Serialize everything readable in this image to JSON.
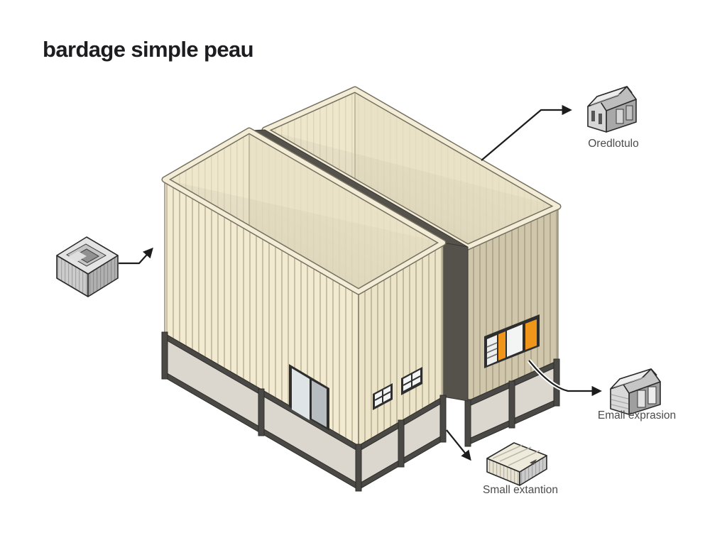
{
  "title": "bardage simple peau",
  "callouts": {
    "top_right": {
      "label": "Oredlotulo",
      "icon": "gabled-house-icon"
    },
    "mid_right": {
      "label": "Emall exprasion",
      "icon": "gabled-house-icon"
    },
    "bottom": {
      "label": "Small extantion",
      "icon": "clad-box-icon"
    },
    "left": {
      "label": "",
      "icon": "clad-cube-icon"
    }
  },
  "main_illustration": {
    "description": "isometric pair of open-top building volumes with vertical single-skin cladding on dark steel pilotis frames, separated by a dark recessed joint",
    "window_count_left_building": 3,
    "window_count_right_building": 1
  },
  "colors": {
    "background": "#ffffff",
    "title_text": "#1d1d1f",
    "label_text": "#4c4c4c",
    "cladding_light": "#f2ebd1",
    "cladding_rib": "#c8bfa4",
    "cladding_shaded": "#cfc6ab",
    "steel_dark": "#4a4946",
    "gap_dark": "#55524c",
    "slab_gray": "#dcd7ce",
    "accent_orange": "#ef9519",
    "window_frame": "#2e2e2e",
    "icon_gray": "#c9c9c9"
  }
}
